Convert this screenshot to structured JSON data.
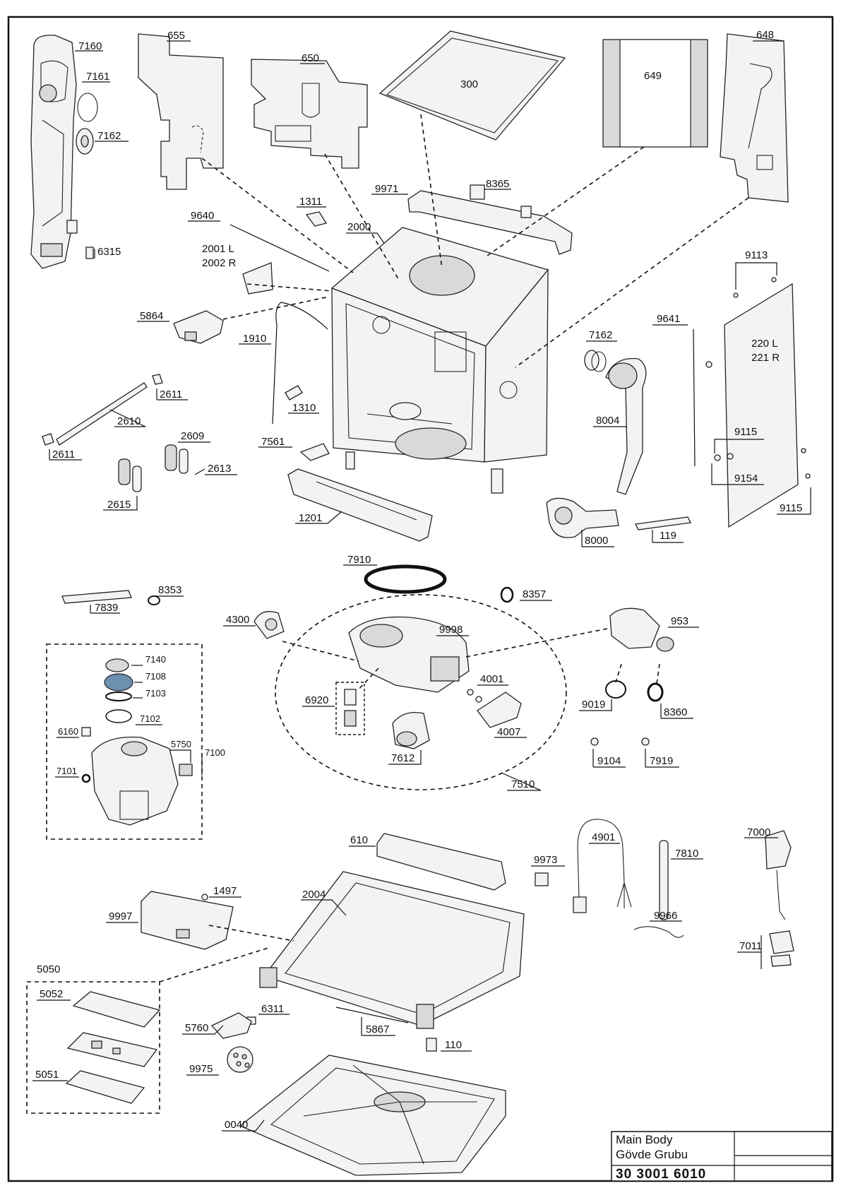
{
  "labels": {
    "p7160": "7160",
    "p7161": "7161",
    "p7162a": "7162",
    "p6315": "6315",
    "p655": "655",
    "p650": "650",
    "p300": "300",
    "p649": "649",
    "p648": "648",
    "p9971": "9971",
    "p8365": "8365",
    "p1311": "1311",
    "p2000": "2000",
    "p9640": "9640",
    "p2001": "2001 L",
    "p2002": "2002 R",
    "p5864": "5864",
    "p1910": "1910",
    "p1310": "1310",
    "p7561": "7561",
    "p1201": "1201",
    "p2611a": "2611",
    "p2610": "2610",
    "p2611b": "2611",
    "p2609": "2609",
    "p2613": "2613",
    "p2615": "2615",
    "p9113": "9113",
    "p220": "220 L",
    "p221": "221 R",
    "p9115a": "9115",
    "p9154": "9154",
    "p9115b": "9115",
    "p9641": "9641",
    "p7162b": "7162",
    "p8004": "8004",
    "p8000": "8000",
    "p119": "119",
    "p7910": "7910",
    "p7839": "7839",
    "p8353": "8353",
    "p8357": "8357",
    "p4300": "4300",
    "p9998": "9998",
    "p953": "953",
    "p4001": "4001",
    "p6920": "6920",
    "p4007": "4007",
    "p7612": "7612",
    "p7510": "7510",
    "p9019": "9019",
    "p8360": "8360",
    "p9104": "9104",
    "p7919": "7919",
    "p7140": "7140",
    "p7108": "7108",
    "p7103": "7103",
    "p7102": "7102",
    "p6160": "6160",
    "p5750": "5750",
    "p7100": "7100",
    "p7101": "7101",
    "p610": "610",
    "p1497": "1497",
    "p2004": "2004",
    "p9997": "9997",
    "p9973": "9973",
    "p4901": "4901",
    "p7810": "7810",
    "p9966": "9966",
    "p7000": "7000",
    "p7011": "7011",
    "p5050": "5050",
    "p5052": "5052",
    "p5051": "5051",
    "p6311": "6311",
    "p5760": "5760",
    "p5867": "5867",
    "p110": "110",
    "p9975": "9975",
    "p0040": "0040"
  },
  "title_block": {
    "title_en": "Main Body",
    "title_tr": "Gövde Grubu",
    "code": "30 3001 6010"
  }
}
